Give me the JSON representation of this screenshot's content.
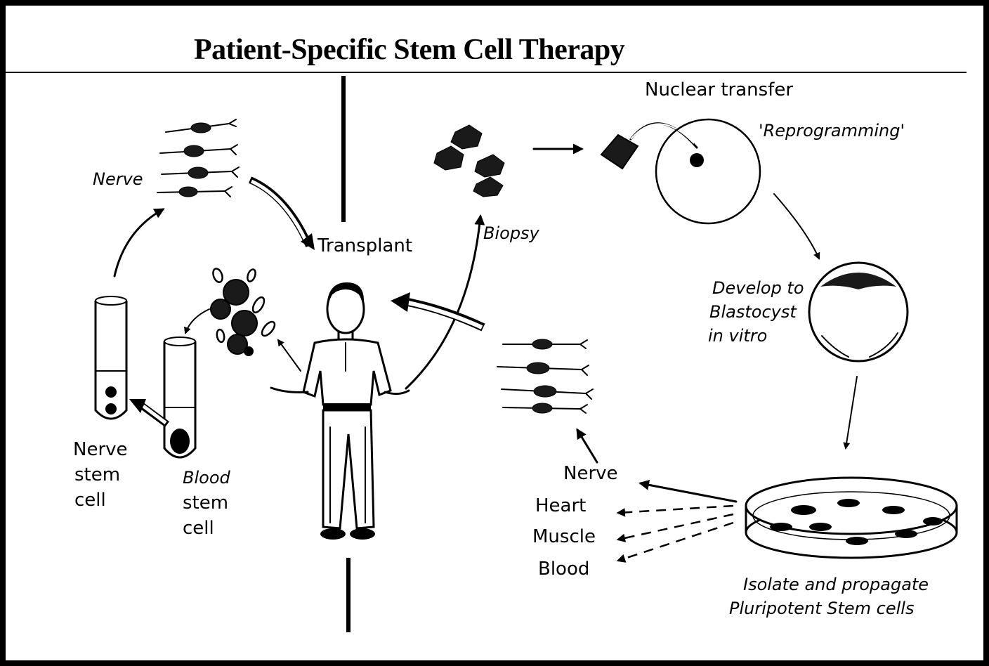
{
  "title": "Patient-Specific Stem Cell Therapy",
  "labels": {
    "nuclear_transfer": "Nuclear transfer",
    "reprogramming": "'Reprogramming'",
    "nerve_top": "Nerve",
    "transplant": "Transplant",
    "biopsy": "Biopsy",
    "develop_1": "Develop to",
    "develop_2": "Blastocyst",
    "develop_3": "in vitro",
    "nerve_stem_1": "Nerve",
    "nerve_stem_2": "stem",
    "nerve_stem_3": "cell",
    "blood_stem_1": "Blood",
    "blood_stem_2": "stem",
    "blood_stem_3": "cell",
    "diff_nerve": "Nerve",
    "diff_heart": "Heart",
    "diff_muscle": "Muscle",
    "diff_blood": "Blood",
    "isolate_1": "Isolate and propagate",
    "isolate_2": "Pluripotent Stem cells"
  },
  "icons": [
    "nerve-cells-icon",
    "biopsy-cells-icon",
    "needle-icon",
    "egg-cell-icon",
    "blastocyst-icon",
    "petri-dish-icon",
    "test-tube-icon",
    "blood-cells-icon",
    "patient-figure-icon"
  ]
}
